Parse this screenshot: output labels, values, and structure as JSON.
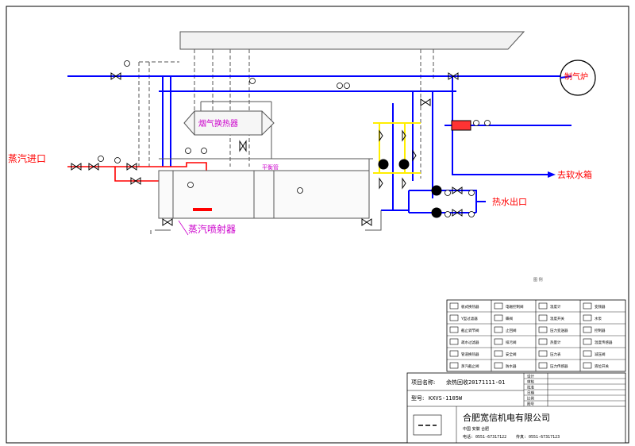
{
  "labels": {
    "steam_inlet": "蒸汽进口",
    "flue_gas_hx": "烟气换热器",
    "boiler": "制气炉",
    "soft_water_tank": "去软水箱",
    "hot_water_outlet": "热水出口",
    "steam_ejector": "蒸汽喷射器",
    "balance_pipe": "平衡管"
  },
  "legend": {
    "header": "图 例",
    "items": [
      "板式换热器",
      "Y型过滤器",
      "截止调节阀",
      "疏水过滤器",
      "管道换热器",
      "蒸汽截止阀",
      "电磁控制阀",
      "蝶阀",
      "止回阀",
      "排污阀",
      "安全阀",
      "防水器",
      "温度计",
      "温度开关",
      "压力变送器",
      "热量计",
      "压力表",
      "压力传感器",
      "变频器",
      "水泵",
      "控制器",
      "温度传感器",
      "减压阀",
      "液位开关"
    ]
  },
  "titleblock": {
    "project_label": "项目名称:",
    "project_value": "余热回收20171111-01",
    "model_label": "型号:",
    "model_value": "KXVS-1105W",
    "company": "合肥宽信机电有限公司",
    "address": "中国 安徽 合肥",
    "phone": "电话: 0551-67317122",
    "fax": "传真: 0551-67317123",
    "rows": [
      "设计",
      "审核",
      "批准",
      "日期",
      "比例",
      "图号"
    ],
    "row_values": [
      "",
      "",
      "",
      "",
      "",
      ""
    ]
  },
  "colors": {
    "water": "#0000ff",
    "steam": "#ff0000",
    "ejector": "#cc00cc",
    "balance": "#ffee00",
    "equipment": "#555555"
  }
}
